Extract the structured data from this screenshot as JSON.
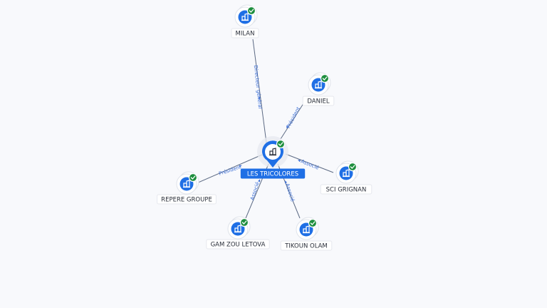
{
  "center": {
    "label": "LES TRICOLORES",
    "icon": "building-icon",
    "badge": "check-icon"
  },
  "nodes": [
    {
      "id": "milan",
      "label": "MILAN",
      "icon": "building-icon",
      "badge": "check-icon"
    },
    {
      "id": "daniel",
      "label": "DANIEL",
      "icon": "building-icon",
      "badge": "check-icon"
    },
    {
      "id": "sci-grignan",
      "label": "SCI GRIGNAN",
      "icon": "building-icon",
      "badge": "check-icon"
    },
    {
      "id": "repere-groupe",
      "label": "REPERE GROUPE",
      "icon": "building-icon",
      "badge": "check-icon"
    },
    {
      "id": "gam-zouletova",
      "label": "GAM ZOU LETOVA",
      "icon": "building-icon",
      "badge": "check-icon"
    },
    {
      "id": "tikoun-olam",
      "label": "TIKOUN OLAM",
      "icon": "building-icon",
      "badge": "check-icon"
    }
  ],
  "edges": [
    {
      "target": "milan",
      "label": "Directeur général"
    },
    {
      "target": "daniel",
      "label": "Président"
    },
    {
      "target": "sci-grignan",
      "label": "Associé"
    },
    {
      "target": "repere-groupe",
      "label": "Président"
    },
    {
      "target": "gam-zouletova",
      "label": "Associé"
    },
    {
      "target": "tikoun-olam",
      "label": "Associé"
    }
  ],
  "colors": {
    "accent": "#1f6fe5",
    "badge": "#1e8e3e",
    "edge": "#5d6b84",
    "edge_label": "#3c6fd6"
  }
}
